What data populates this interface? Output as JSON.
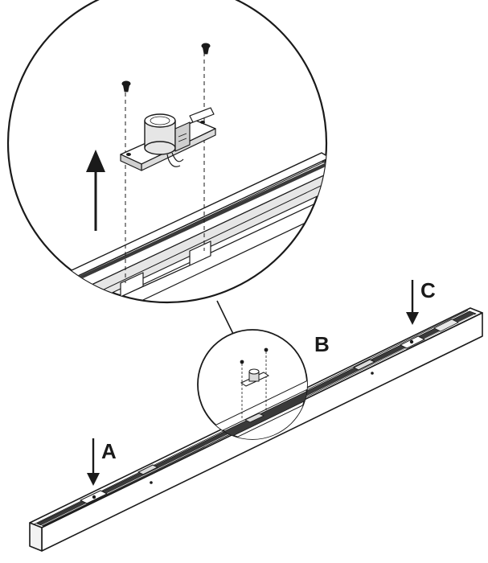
{
  "labels": {
    "a": "A",
    "b": "B",
    "c": "C"
  },
  "colors": {
    "ink": "#1a1a1a",
    "background": "#ffffff",
    "metal_shade": "#cfcfcf",
    "metal_light": "#e6e6e6"
  },
  "icons": {
    "up_arrow": "up-arrow-icon",
    "down_arrow": "down-arrow-icon",
    "screw": "screw-icon",
    "connector": "connector-bracket-icon"
  }
}
